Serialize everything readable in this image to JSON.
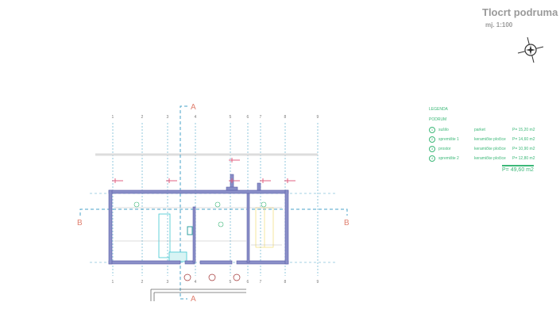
{
  "header": {
    "title": "Tlocrt podruma",
    "scale": "mj. 1:100"
  },
  "compass": {
    "icon": "north-arrow-icon"
  },
  "legend": {
    "title": "LEGENDA",
    "section": "PODRUM",
    "rooms": [
      {
        "num": "1",
        "name": "sušilo",
        "floor": "parket",
        "area": "P= 15,20 m2"
      },
      {
        "num": "2",
        "name": "spremište 1",
        "floor": "keramičke pločice",
        "area": "P= 14,60 m2"
      },
      {
        "num": "3",
        "name": "prostor",
        "floor": "keramičke pločice",
        "area": "P= 10,90 m2"
      },
      {
        "num": "4",
        "name": "spremište 2",
        "floor": "keramičke pločice",
        "area": "P= 12,80 m2"
      }
    ],
    "total": "P= 49,60 m2"
  },
  "plan": {
    "grid_labels": [
      "1",
      "2",
      "3",
      "4",
      "5",
      "6",
      "7",
      "8",
      "9"
    ],
    "section_a": "A",
    "section_b": "B",
    "colors": {
      "walls": "#6b6fb8",
      "grid": "#4aa3c8",
      "dims": "#e06080",
      "rooms": "#3cb878",
      "stairs": "#f0d860",
      "fixtures": "#40c8d0"
    }
  }
}
